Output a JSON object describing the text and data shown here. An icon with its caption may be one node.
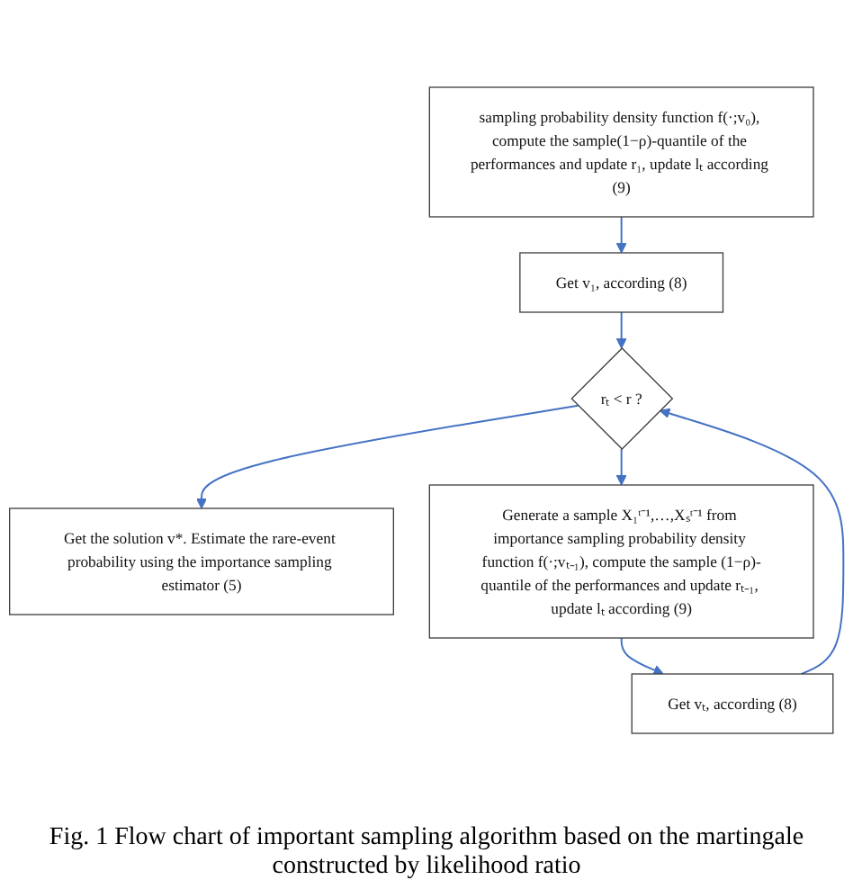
{
  "diagram": {
    "caption": "Fig. 1 Flow chart of important sampling algorithm based on the martingale constructed by likelihood ratio",
    "nodes": [
      {
        "text": [
          "sampling probability density function f(·;v₀), compute the sample(1−ρ)-quantile of the performances and update r₁, update lₜ according (9)"
        ]
      },
      {
        "text": [
          "Get v₁, according (8)"
        ]
      },
      {
        "text": [
          "rₜ < r ?"
        ]
      },
      {
        "text": [
          "Get the solution v*. Estimate the rare-event probability using the importance sampling estimator (5)"
        ]
      },
      {
        "text": [
          "Generate a sample X₁ᵗ⁻¹,…,Xₛᵗ⁻¹ from importance sampling probability density function f(·;vₜ₋₁), compute the sample (1−ρ)-quantile of the performances and update rₜ₋₁, update lₜ according (9)"
        ]
      },
      {
        "text": [
          "Get vₜ, according (8)"
        ]
      }
    ],
    "edges": [
      {
        "from": 0,
        "to": 1,
        "arrow": "to"
      },
      {
        "from": 1,
        "to": 2,
        "arrow": "to"
      },
      {
        "from": 2,
        "to": 3,
        "arrow": "to"
      },
      {
        "from": 2,
        "to": 4,
        "arrow": "to"
      },
      {
        "from": 4,
        "to": 5,
        "arrow": "to"
      },
      {
        "from": 5,
        "to": 2,
        "arrow": "to"
      }
    ]
  }
}
